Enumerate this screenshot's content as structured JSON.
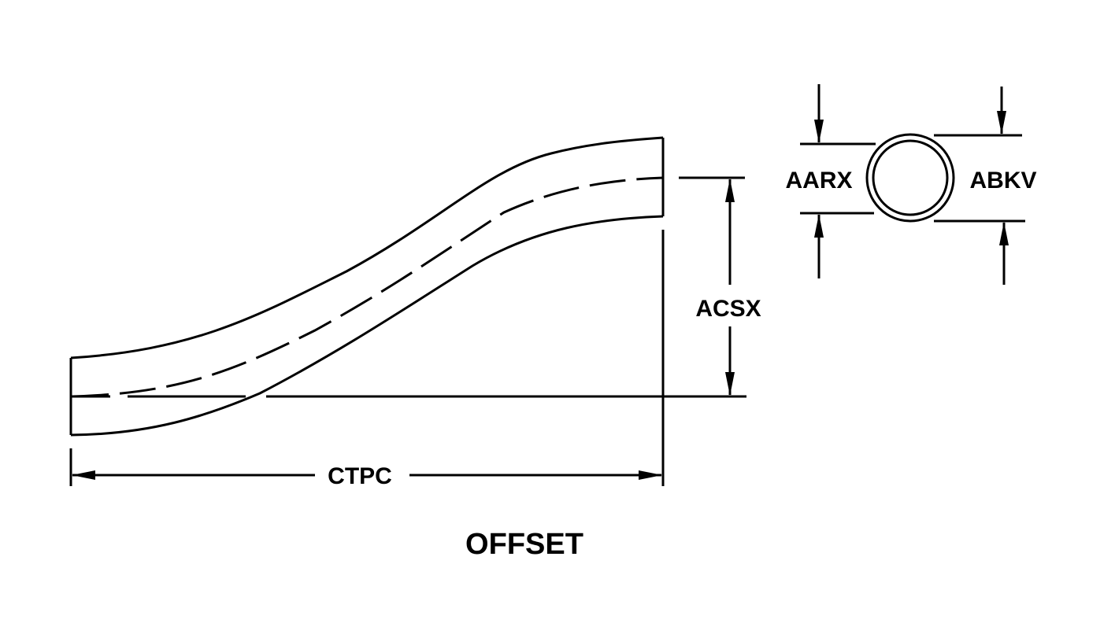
{
  "diagram": {
    "labels": {
      "overall_length": "CTPC",
      "offset_height": "ACSX",
      "outside_diameter": "AARX",
      "inside_diameter": "ABKV"
    },
    "caption": "OFFSET"
  },
  "colors": {
    "ink": "#000000",
    "paper": "#ffffff"
  }
}
